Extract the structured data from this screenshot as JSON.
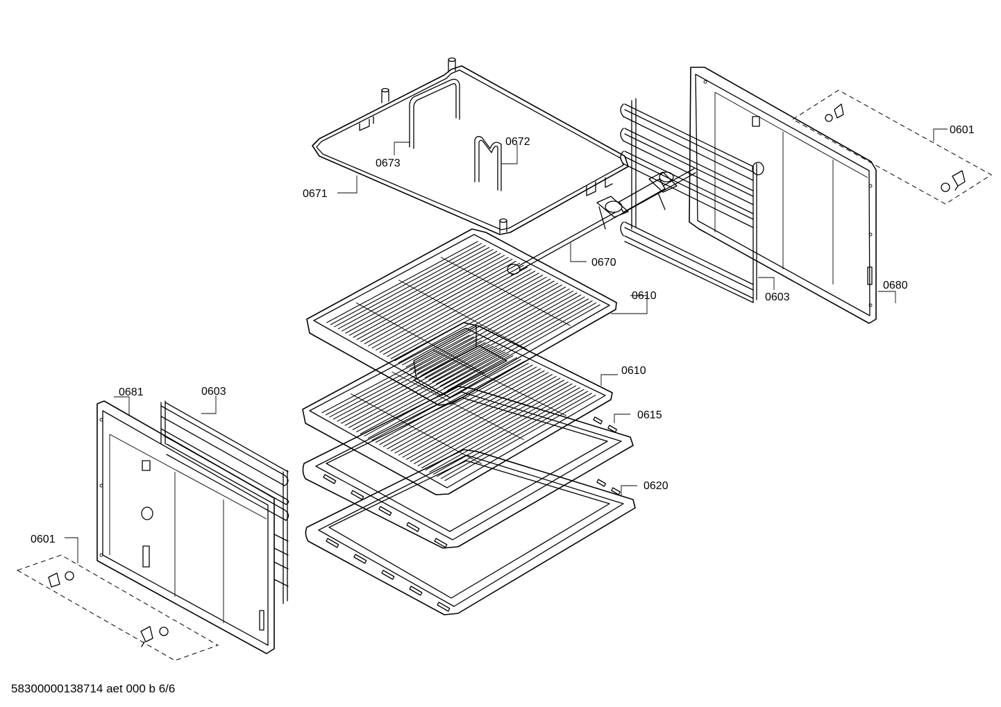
{
  "labels": {
    "p0671": "0671",
    "p0673": "0673",
    "p0672": "0672",
    "p0670": "0670",
    "p0601_top": "0601",
    "p0603_right": "0603",
    "p0680": "0680",
    "p0610_upper": "0610",
    "p0610_lower": "0610",
    "p0615": "0615",
    "p0620": "0620",
    "p0681": "0681",
    "p0603_left": "0603",
    "p0601_left": "0601"
  },
  "footer": {
    "code": "58300000138714 aet 000 b 6/6"
  },
  "colors": {
    "line": "#000000",
    "background": "#ffffff"
  }
}
